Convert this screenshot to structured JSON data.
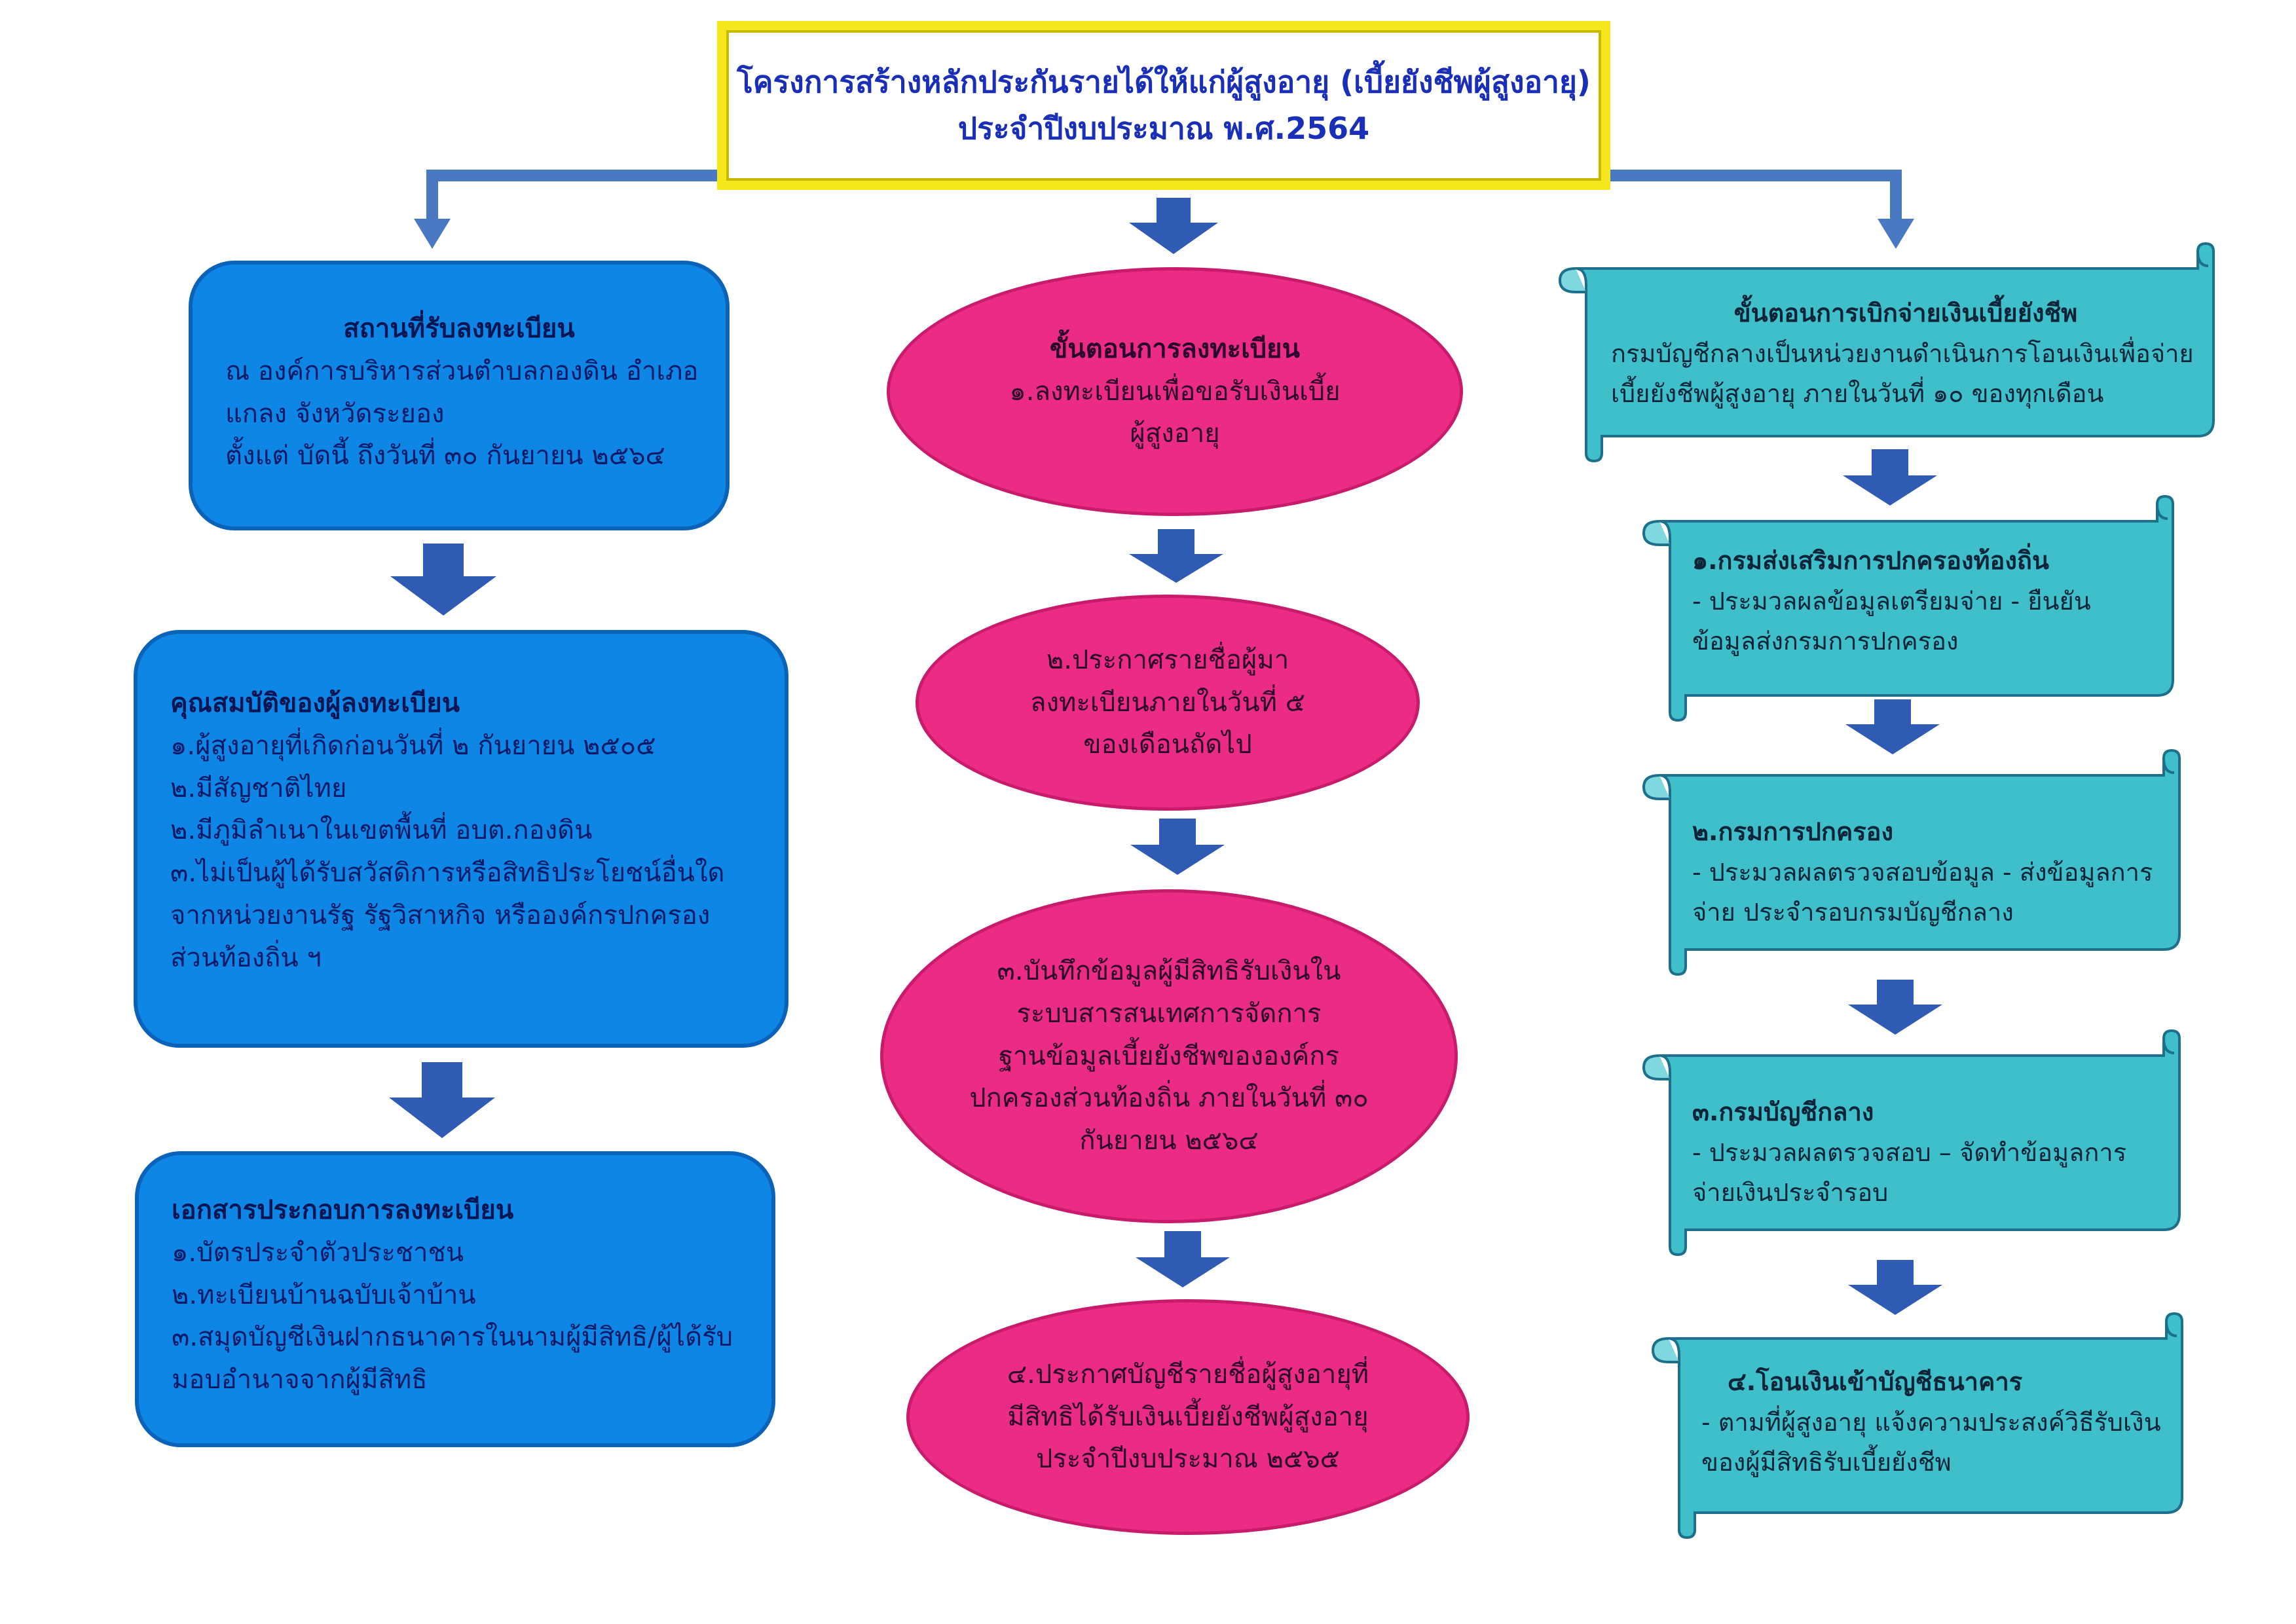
{
  "title": {
    "line1": "โครงการสร้างหลักประกันรายได้ให้แก่ผู้สูงอายุ (เบี้ยยังชีพผู้สูงอายุ)",
    "line2": "ประจำปีงบประมาณ พ.ศ.2564"
  },
  "left": {
    "place": {
      "heading": "สถานที่รับลงทะเบียน",
      "lines": [
        "ณ องค์การบริหารส่วนตำบลกองดิน อำเภอ",
        "แกลง จังหวัดระยอง",
        "ตั้งแต่ บัดนี้ ถึงวันที่ ๓๐ กันยายน ๒๕๖๔"
      ]
    },
    "qualification": {
      "heading": "คุณสมบัติของผู้ลงทะเบียน",
      "lines": [
        "๑.ผู้สูงอายุที่เกิดก่อนวันที่ ๒ กันยายน ๒๕๐๕",
        "๒.มีสัญชาติไทย",
        "๒.มีภูมิลำเนาในเขตพื้นที่ อบต.กองดิน",
        "๓.ไม่เป็นผู้ได้รับสวัสดิการหรือสิทธิประโยชน์อื่นใด",
        "จากหน่วยงานรัฐ รัฐวิสาหกิจ หรือองค์กรปกครอง",
        "ส่วนท้องถิ่น ฯ"
      ]
    },
    "documents": {
      "heading": "เอกสารประกอบการลงทะเบียน",
      "lines": [
        "๑.บัตรประจำตัวประชาชน",
        "๒.ทะเบียนบ้านฉบับเจ้าบ้าน",
        "๓.สมุดบัญชีเงินฝากธนาคารในนามผู้มีสิทธิ/ผู้ได้รับ",
        "มอบอำนาจจากผู้มีสิทธิ"
      ]
    }
  },
  "middle": {
    "step1": {
      "heading": "ขั้นตอนการลงทะเบียน",
      "lines": [
        "๑.ลงทะเบียนเพื่อขอรับเงินเบี้ย",
        "ผู้สูงอายุ"
      ]
    },
    "step2": {
      "lines": [
        "๒.ประกาศรายชื่อผู้มา",
        "ลงทะเบียนภายในวันที่ ๕",
        "ของเดือนถัดไป"
      ]
    },
    "step3": {
      "lines": [
        "๓.บันทึกข้อมูลผู้มีสิทธิรับเงินใน",
        "ระบบสารสนเทศการจัดการ",
        "ฐานข้อมูลเบี้ยยังชีพขององค์กร",
        "ปกครองส่วนท้องถิ่น ภายในวันที่ ๓๐",
        "กันยายน ๒๕๖๔"
      ]
    },
    "step4": {
      "lines": [
        "๔.ประกาศบัญชีรายชื่อผู้สูงอายุที่",
        "มีสิทธิได้รับเงินเบี้ยยังชีพผู้สูงอายุ",
        "ประจำปีงบประมาณ ๒๕๖๕"
      ]
    }
  },
  "right": {
    "disbursement": {
      "heading": "ขั้นตอนการเบิกจ่ายเงินเบี้ยยังชีพ",
      "lines": [
        "กรมบัญชีกลางเป็นหน่วยงานดำเนินการโอนเงินเพื่อจ่าย",
        "เบี้ยยังชีพผู้สูงอายุ ภายในวันที่ ๑๐ ของทุกเดือน"
      ]
    },
    "r1": {
      "heading": "๑.กรมส่งเสริมการปกครองท้องถิ่น",
      "lines": [
        "- ประมวลผลข้อมูลเตรียมจ่าย - ยืนยัน",
        "ข้อมูลส่งกรมการปกครอง"
      ]
    },
    "r2": {
      "heading": "๒.กรมการปกครอง",
      "lines": [
        "- ประมวลผลตรวจสอบข้อมูล - ส่งข้อมูลการ",
        "จ่าย ประจำรอบกรมบัญชีกลาง"
      ]
    },
    "r3": {
      "heading": "๓.กรมบัญชีกลาง",
      "lines": [
        "- ประมวลผลตรวจสอบ – จัดทำข้อมูลการ",
        "จ่ายเงินประจำรอบ"
      ]
    },
    "r4": {
      "heading": "๔.โอนเงินเข้าบัญชีธนาคาร",
      "lines": [
        "- ตามที่ผู้สูงอายุ แจ้งความประสงค์วิธีรับเงิน",
        "ของผู้มีสิทธิรับเบี้ยยังชีพ"
      ]
    }
  },
  "colors": {
    "title_border": "#f5e71c",
    "title_text": "#1a2fb8",
    "blue_box": "#0e86e6",
    "pink_ellipse": "#ec2b84",
    "teal_scroll": "#3fbfc9",
    "arrow": "#2f5bb5"
  }
}
